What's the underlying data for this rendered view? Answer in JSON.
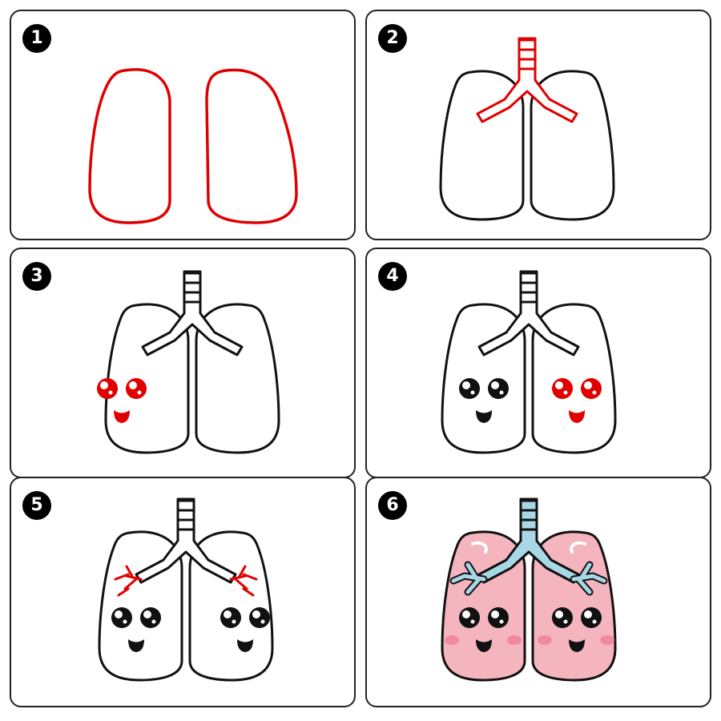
{
  "steps": [
    {
      "number": "1"
    },
    {
      "number": "2"
    },
    {
      "number": "3"
    },
    {
      "number": "4"
    },
    {
      "number": "5"
    },
    {
      "number": "6"
    }
  ],
  "colors": {
    "outline": "#111111",
    "highlight": "#e00000",
    "lung_fill": "#f5b5bf",
    "trachea_fill": "#a8d8e6",
    "cheek": "#f08a9c",
    "panel_border": "#222222"
  }
}
